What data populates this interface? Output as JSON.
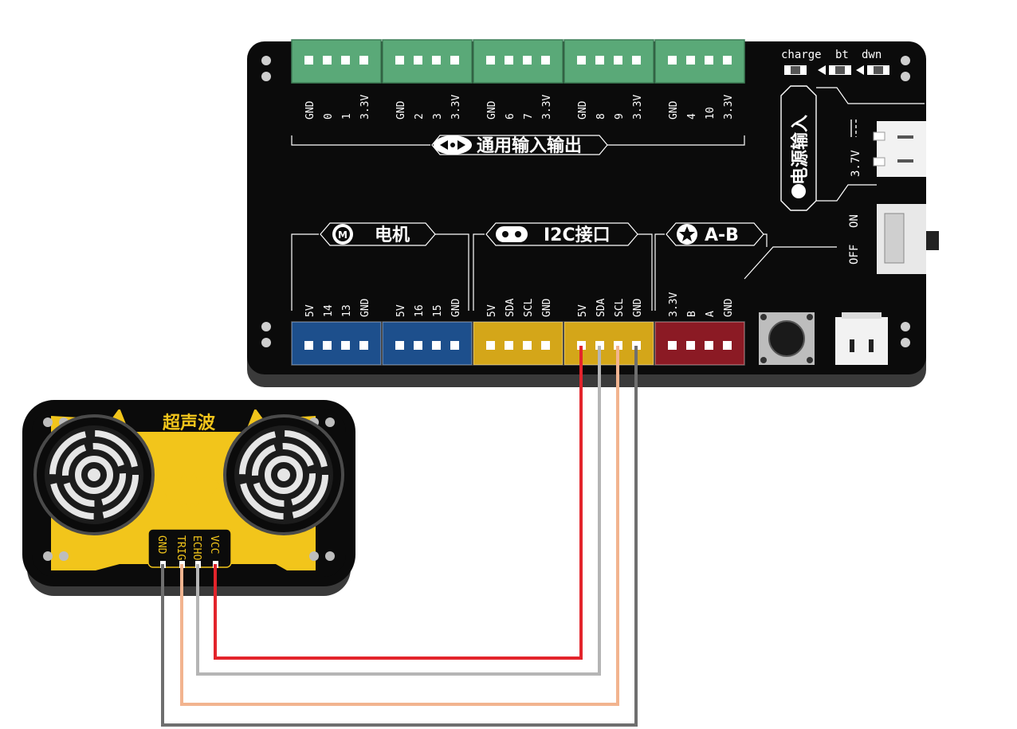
{
  "board": {
    "indicator_labels": [
      "charge",
      "bt",
      "dwn"
    ],
    "gpio_title": "通用输入输出",
    "gpio_headers": [
      {
        "pins": [
          "GND",
          "0",
          "1",
          "3.3V"
        ]
      },
      {
        "pins": [
          "GND",
          "2",
          "3",
          "3.3V"
        ]
      },
      {
        "pins": [
          "GND",
          "6",
          "7",
          "3.3V"
        ]
      },
      {
        "pins": [
          "GND",
          "8",
          "9",
          "3.3V"
        ]
      },
      {
        "pins": [
          "GND",
          "4",
          "10",
          "3.3V"
        ]
      }
    ],
    "power_title": "电源输入",
    "battery_label": "3.7V",
    "switch_on": "ON",
    "switch_off": "OFF",
    "motor_title": "电机",
    "motor_icon": "M",
    "i2c_title": "I2C接口",
    "ab_title": "A-B",
    "bottom_headers": [
      {
        "pins": [
          "5V",
          "14",
          "13",
          "GND"
        ],
        "color": "#1d4f8c"
      },
      {
        "pins": [
          "5V",
          "16",
          "15",
          "GND"
        ],
        "color": "#1d4f8c"
      },
      {
        "pins": [
          "5V",
          "SDA",
          "SCL",
          "GND"
        ],
        "color": "#d4a619"
      },
      {
        "pins": [
          "5V",
          "SDA",
          "SCL",
          "GND"
        ],
        "color": "#d4a619"
      },
      {
        "pins": [
          "3.3V",
          "B",
          "A",
          "GND"
        ],
        "color": "#8b1a24"
      }
    ]
  },
  "sensor": {
    "title": "超声波",
    "pins": [
      "GND",
      "TRIG",
      "ECHO",
      "VCC"
    ]
  },
  "colors": {
    "board_black": "#0b0b0b",
    "gpio_green": "#5aa978",
    "sensor_yellow": "#f2c51b",
    "wire_vcc": "#e3242b",
    "wire_sda": "#b5b5b5",
    "wire_scl": "#f2b48f",
    "wire_gnd": "#6f6f6f"
  }
}
